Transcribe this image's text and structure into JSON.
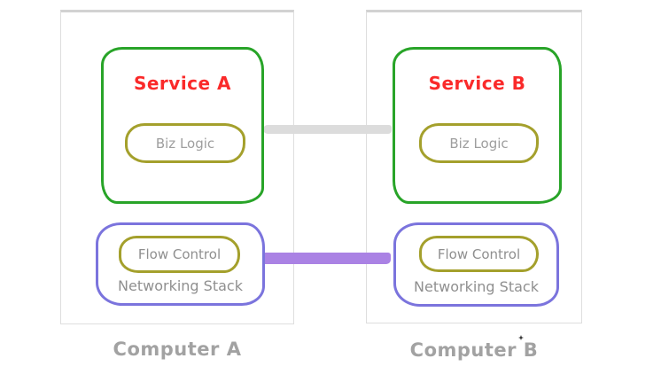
{
  "diagram": {
    "computers": [
      {
        "label": "Computer A",
        "service": {
          "title": "Service A",
          "component": "Biz Logic"
        },
        "network": {
          "component": "Flow Control",
          "label": "Networking Stack"
        }
      },
      {
        "label": "Computer B",
        "service": {
          "title": "Service B",
          "component": "Biz Logic"
        },
        "network": {
          "component": "Flow Control",
          "label": "Networking Stack"
        }
      }
    ],
    "links": [
      {
        "name": "biz-logic-link",
        "color": "#dcdcdc"
      },
      {
        "name": "flow-control-link",
        "color": "#aa82e4"
      }
    ],
    "colors": {
      "service_border": "#28a428",
      "component_border": "#a4a02c",
      "network_border": "#7b74dd",
      "service_title": "#fa2a2a",
      "muted_text": "#9e9e9e",
      "outer_border": "#dedede"
    }
  }
}
